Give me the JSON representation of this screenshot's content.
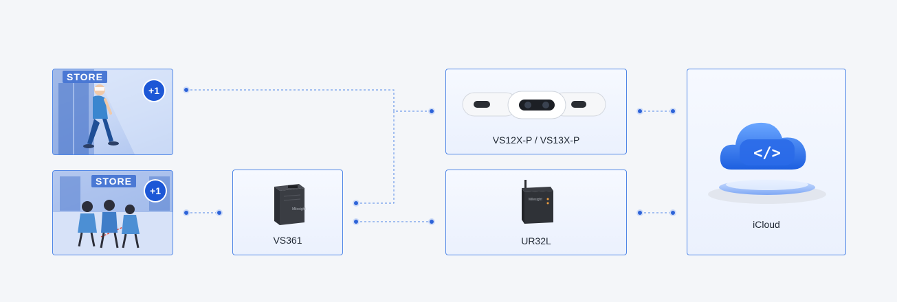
{
  "scenes": [
    {
      "sign": "STORE",
      "badge": "+1"
    },
    {
      "sign": "STORE",
      "badge": "+1"
    }
  ],
  "devices": {
    "vs361": {
      "label": "VS361"
    },
    "vs12x": {
      "label": "VS12X-P / VS13X-P"
    },
    "ur32l": {
      "label": "UR32L"
    },
    "cloud": {
      "label": "iCloud"
    }
  },
  "colors": {
    "accent": "#1c57d6",
    "border": "#4f86e6",
    "line": "#4f86e6"
  },
  "icons": [
    "person-walking-icon",
    "group-people-icon",
    "camera-sensor-icon",
    "controller-box-icon",
    "router-icon",
    "cloud-code-icon"
  ]
}
